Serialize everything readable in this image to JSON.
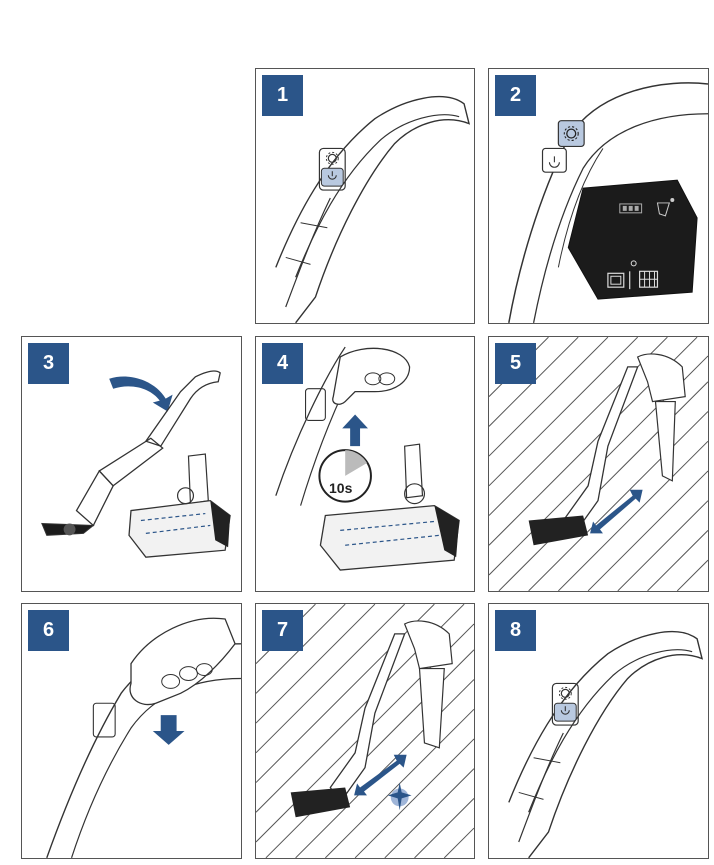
{
  "steps": [
    {
      "number": "1"
    },
    {
      "number": "2"
    },
    {
      "number": "3"
    },
    {
      "number": "4",
      "timer_label": "10s"
    },
    {
      "number": "5"
    },
    {
      "number": "6"
    },
    {
      "number": "7"
    },
    {
      "number": "8"
    }
  ],
  "colors": {
    "badge": "#2b5589",
    "arrow": "#2b5589",
    "highlight": "#b9c9e0",
    "line": "#333333",
    "display_panel": "#1b1b1b"
  },
  "icons": [
    "gear-icon",
    "power-icon",
    "battery-icon",
    "brush-clean-icon",
    "tank-icon",
    "mode-icon",
    "hand-icon",
    "arrow-icon",
    "timer-icon",
    "sparkle-icon"
  ]
}
